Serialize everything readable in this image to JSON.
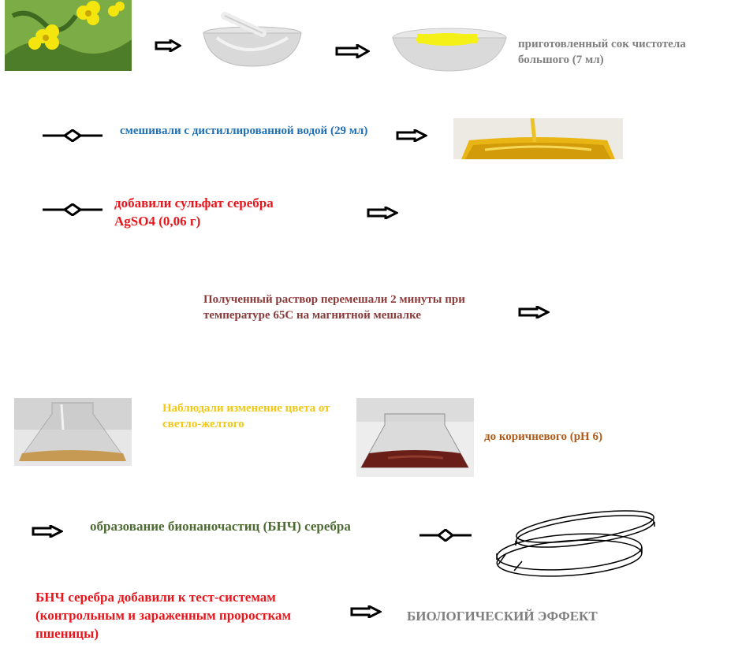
{
  "colors": {
    "blue": "#1F6FB4",
    "red": "#E8161C",
    "maroon": "#8B3A3A",
    "yellow": "#F2C811",
    "brown": "#B05A1A",
    "green": "#4E6B32",
    "gray": "#7F7F7F"
  },
  "steps": {
    "juice_label": "приготовленный сок чистотела большого (7 мл)",
    "mix_water": "смешивали с дистиллированной водой (29 мл)",
    "add_silver": "добавили сульфат серебра AgSO4 (0,06 г)",
    "stir": "Полученный раствор перемешали  2 минуты при температуре  65С на магнитной мешалке",
    "color_change": "Наблюдали изменение цвета от светло-желтого",
    "brown": "до коричневого (рН 6)",
    "bnp_formation": "образование бионаночастиц (БНЧ) серебра",
    "bnp_added": "БНЧ серебра добавили к  тест-системам (контрольным и зараженным проросткам пшеницы)",
    "effect": "БИОЛОГИЧЕСКИЙ ЭФФЕКТ"
  },
  "icons": {
    "plant": "celandine-flower-photo",
    "mortar": "mortar-and-pestle",
    "bowl": "bowl-with-yellow-juice",
    "flask_yellow": "flask-yellow-solution",
    "flask_light": "flask-light-yellow",
    "flask_brown": "flask-brown",
    "petri": "petri-dish"
  }
}
